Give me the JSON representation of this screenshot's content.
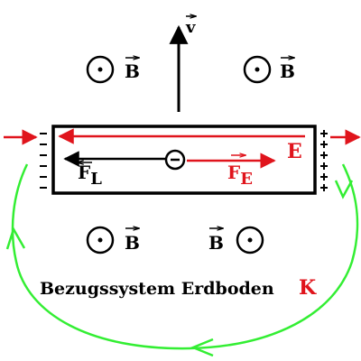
{
  "labels": {
    "velocity": "v",
    "b_field": "B",
    "e_field": "E",
    "lorentz_force": "F",
    "lorentz_sub": "L",
    "electric_force": "F",
    "electric_sub": "E",
    "electron_sign": "−",
    "frame_text": "Bezugssystem Erdboden",
    "frame_symbol": "K"
  },
  "colors": {
    "black": "#000000",
    "red": "#e0141c",
    "green": "#33ee33"
  },
  "icons": {
    "b_field_out": "circle-dot-icon",
    "electron": "circle-minus-icon"
  }
}
